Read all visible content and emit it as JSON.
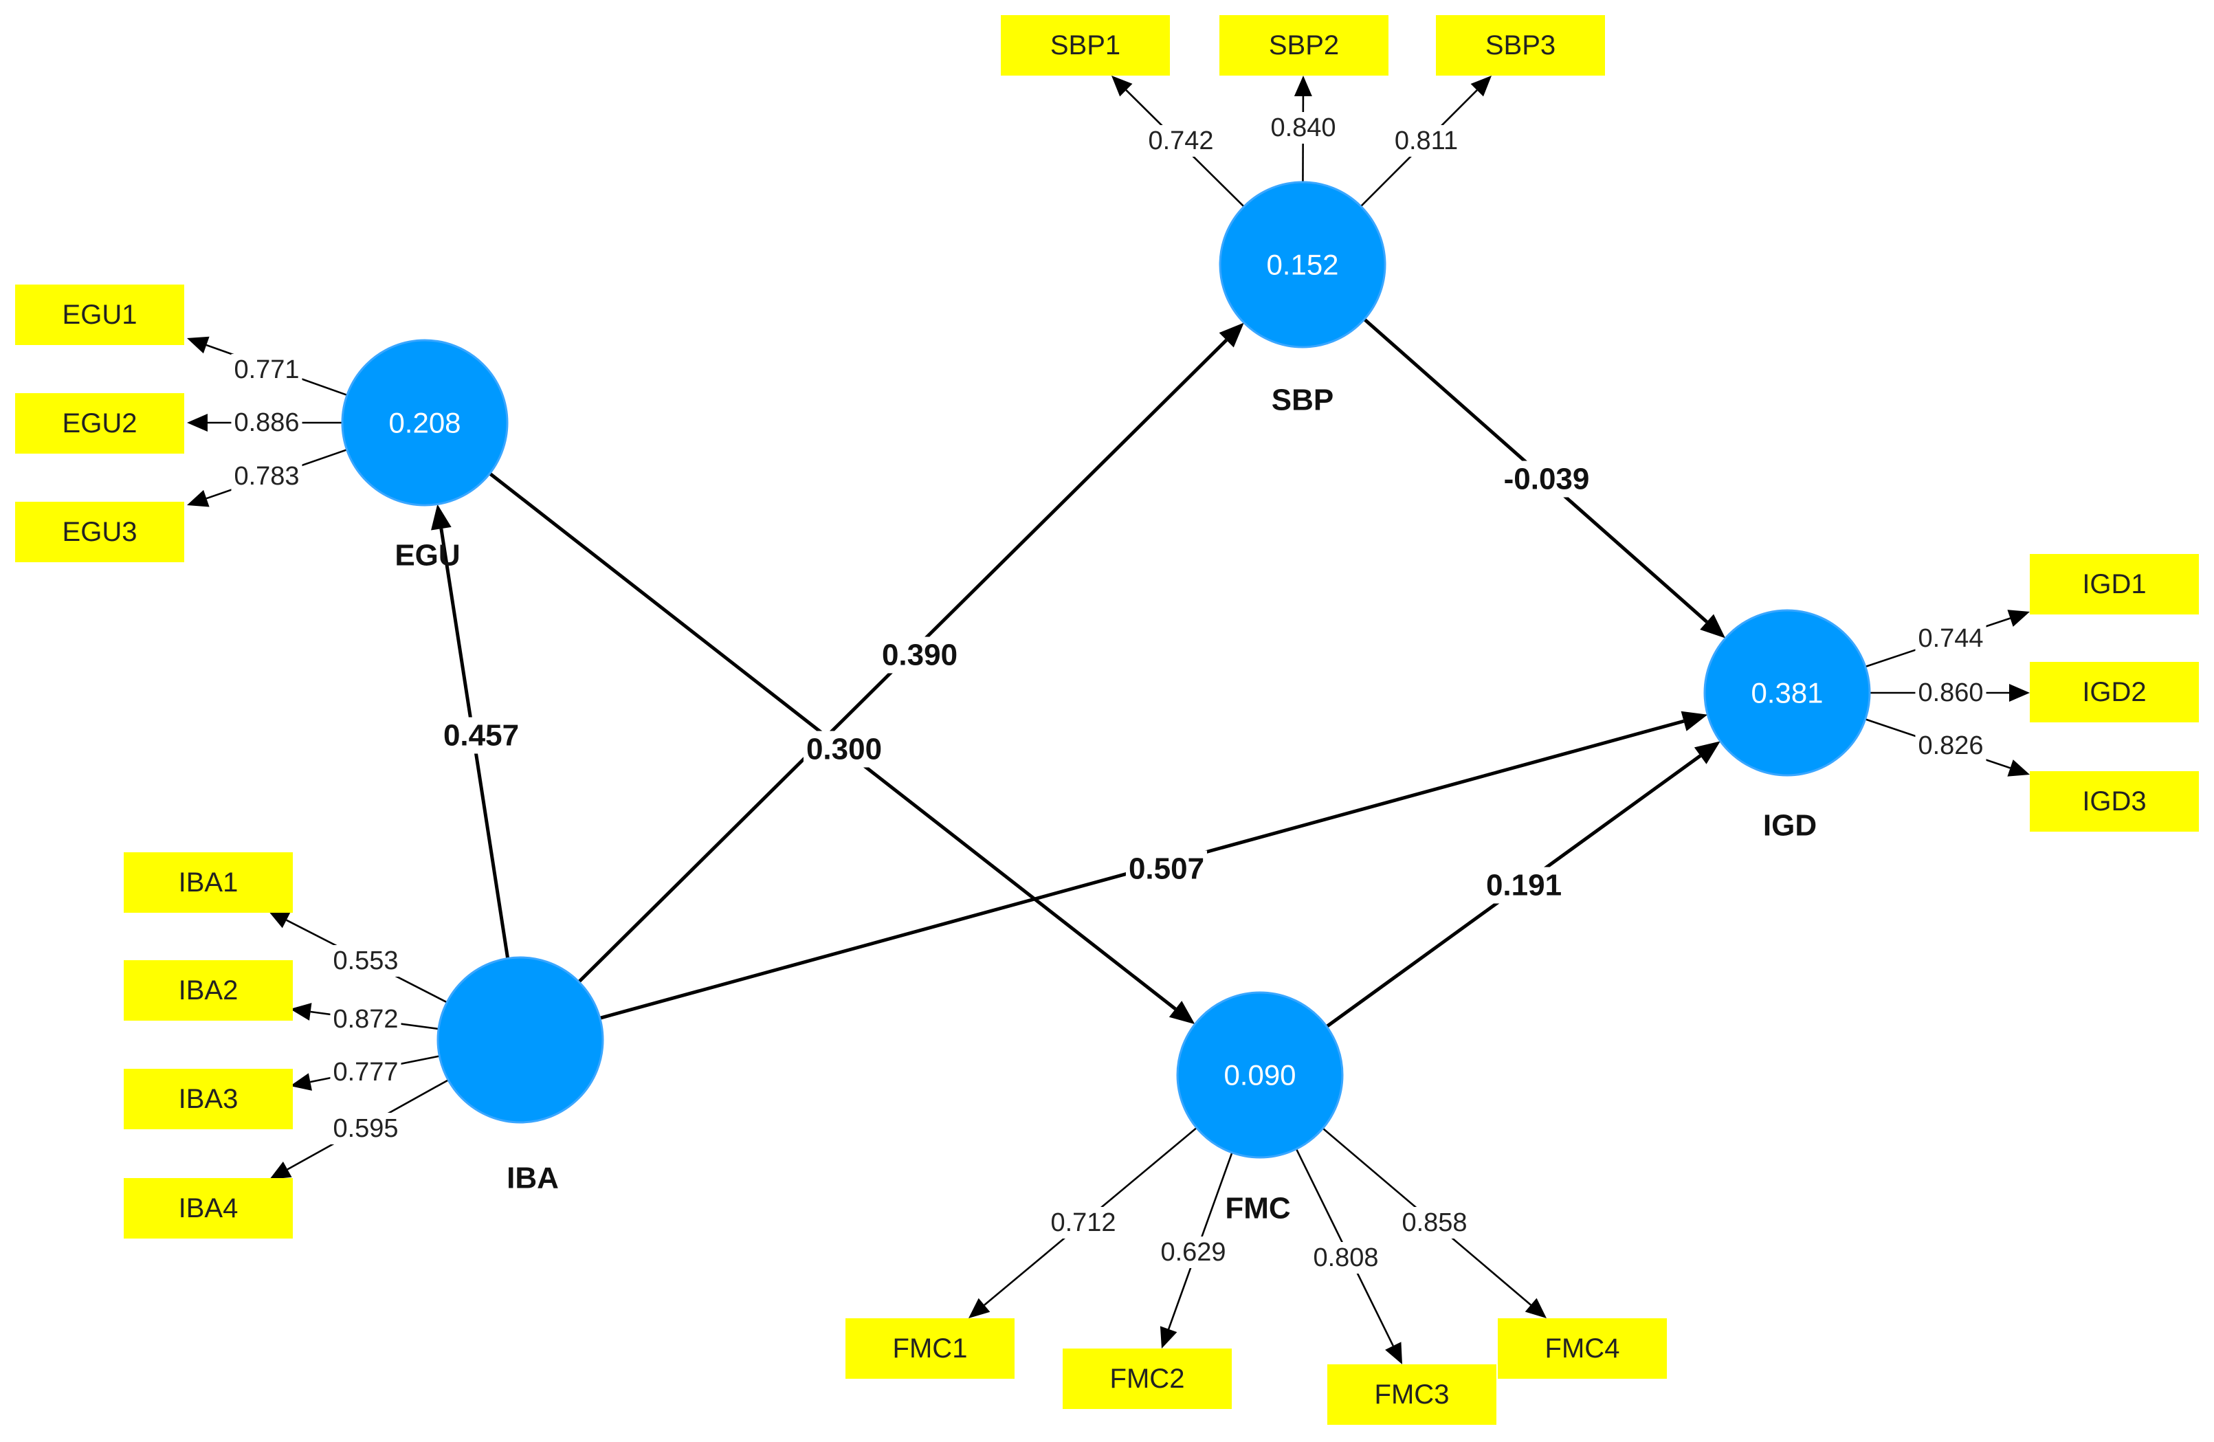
{
  "colors": {
    "latent_fill": "#0099ff",
    "indicator_fill": "#ffff00",
    "edge": "#000000",
    "r2_text": "#ffffff"
  },
  "latents": [
    {
      "id": "EGU",
      "label": "EGU",
      "r2": "0.208"
    },
    {
      "id": "SBP",
      "label": "SBP",
      "r2": "0.152"
    },
    {
      "id": "IGD",
      "label": "IGD",
      "r2": "0.381"
    },
    {
      "id": "IBA",
      "label": "IBA",
      "r2": ""
    },
    {
      "id": "FMC",
      "label": "FMC",
      "r2": "0.090"
    }
  ],
  "indicators": [
    {
      "id": "SBP1",
      "label": "SBP1",
      "latent": "SBP",
      "loading": "0.742"
    },
    {
      "id": "SBP2",
      "label": "SBP2",
      "latent": "SBP",
      "loading": "0.840"
    },
    {
      "id": "SBP3",
      "label": "SBP3",
      "latent": "SBP",
      "loading": "0.811"
    },
    {
      "id": "EGU1",
      "label": "EGU1",
      "latent": "EGU",
      "loading": "0.771"
    },
    {
      "id": "EGU2",
      "label": "EGU2",
      "latent": "EGU",
      "loading": "0.886"
    },
    {
      "id": "EGU3",
      "label": "EGU3",
      "latent": "EGU",
      "loading": "0.783"
    },
    {
      "id": "IGD1",
      "label": "IGD1",
      "latent": "IGD",
      "loading": "0.744"
    },
    {
      "id": "IGD2",
      "label": "IGD2",
      "latent": "IGD",
      "loading": "0.860"
    },
    {
      "id": "IGD3",
      "label": "IGD3",
      "latent": "IGD",
      "loading": "0.826"
    },
    {
      "id": "IBA1",
      "label": "IBA1",
      "latent": "IBA",
      "loading": "0.553"
    },
    {
      "id": "IBA2",
      "label": "IBA2",
      "latent": "IBA",
      "loading": "0.872"
    },
    {
      "id": "IBA3",
      "label": "IBA3",
      "latent": "IBA",
      "loading": "0.777"
    },
    {
      "id": "IBA4",
      "label": "IBA4",
      "latent": "IBA",
      "loading": "0.595"
    },
    {
      "id": "FMC1",
      "label": "FMC1",
      "latent": "FMC",
      "loading": "0.712"
    },
    {
      "id": "FMC2",
      "label": "FMC2",
      "latent": "FMC",
      "loading": "0.629"
    },
    {
      "id": "FMC3",
      "label": "FMC3",
      "latent": "FMC",
      "loading": "0.808"
    },
    {
      "id": "FMC4",
      "label": "FMC4",
      "latent": "FMC",
      "loading": "0.858"
    }
  ],
  "paths": [
    {
      "id": "IBA-EGU",
      "from": "IBA",
      "to": "EGU",
      "coef": "0.457"
    },
    {
      "id": "IBA-SBP",
      "from": "IBA",
      "to": "SBP",
      "coef": "0.390"
    },
    {
      "id": "EGU-FMC",
      "from": "EGU",
      "to": "FMC",
      "coef": "0.300"
    },
    {
      "id": "IBA-IGD",
      "from": "IBA",
      "to": "IGD",
      "coef": "0.507"
    },
    {
      "id": "SBP-IGD",
      "from": "SBP",
      "to": "IGD",
      "coef": "-0.039"
    },
    {
      "id": "FMC-IGD",
      "from": "FMC",
      "to": "IGD",
      "coef": "0.191"
    }
  ]
}
